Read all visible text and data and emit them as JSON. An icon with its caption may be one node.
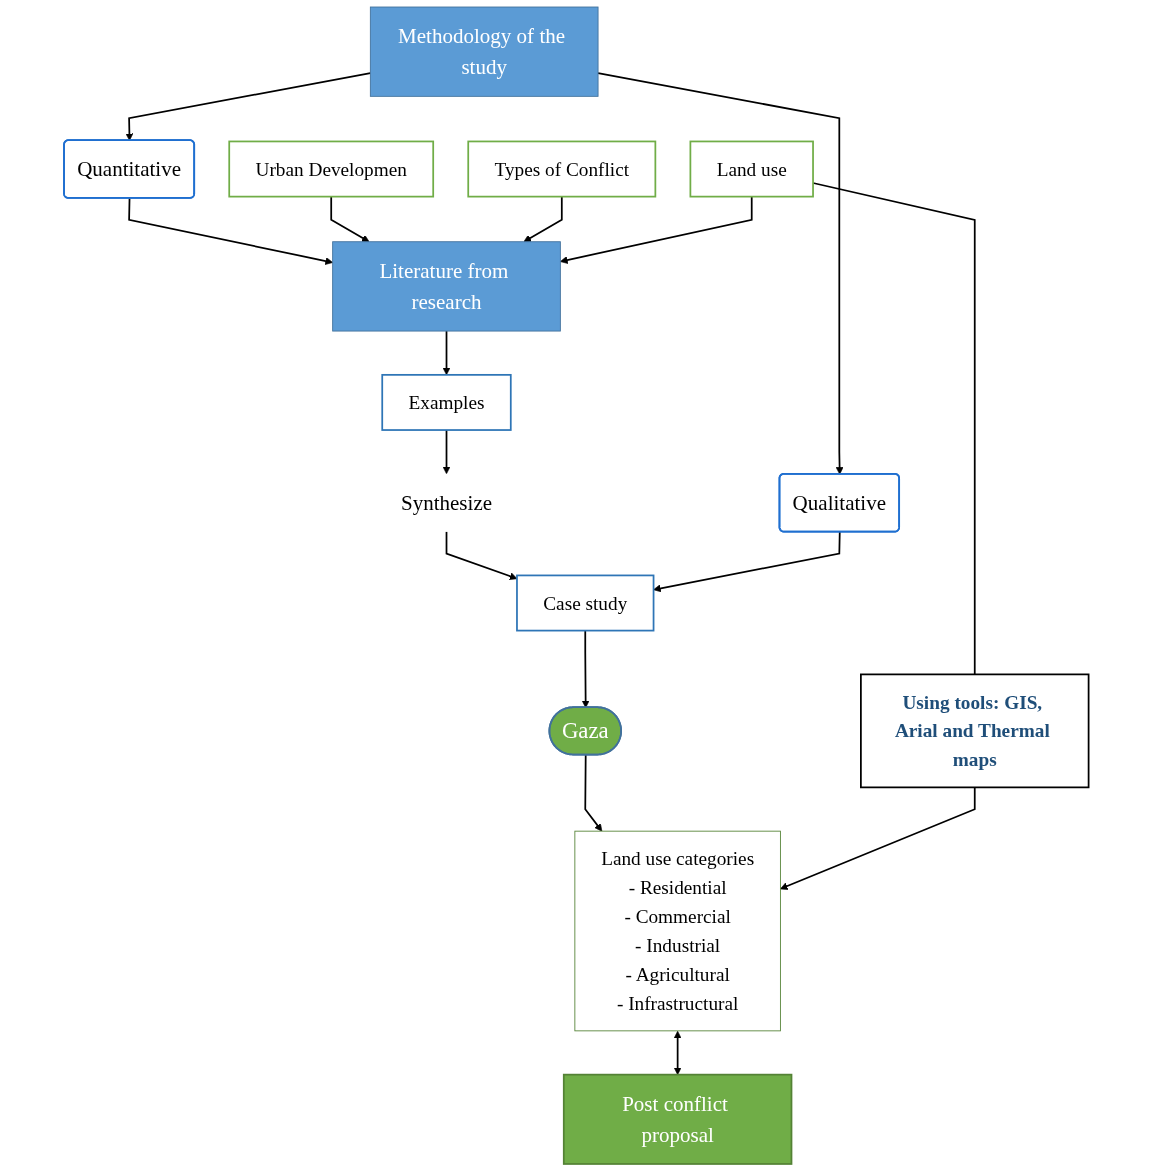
{
  "diagram": {
    "nodes": [
      {
        "text": [
          "Methodology of the study"
        ]
      },
      {
        "text": [
          "Qualitative"
        ]
      },
      {
        "text": [
          "Quantitative"
        ]
      },
      {
        "text": [
          "Literature from research"
        ]
      },
      {
        "text": [
          "Examples"
        ]
      },
      {
        "text": [
          "Urban Developmen"
        ]
      },
      {
        "text": [
          "Types of Conflict"
        ]
      },
      {
        "text": [
          "Land use"
        ]
      },
      {
        "text": [
          "Synthesize"
        ]
      },
      {
        "text": [
          "Case study"
        ]
      },
      {
        "text": [
          "Gaza"
        ]
      },
      {
        "text": [
          "Land use categories",
          "- Residential",
          "- Commercial",
          "- Industrial",
          "- Agricultural",
          "- Infrastructural"
        ]
      },
      {
        "text": [
          "Using tools: GIS, Arial and Thermal maps"
        ]
      },
      {
        "text": [
          "Post conflict proposal"
        ]
      }
    ],
    "edges": [
      {
        "from": 0,
        "to": 1,
        "arrow": "to"
      },
      {
        "from": 0,
        "to": 2,
        "arrow": "to"
      },
      {
        "from": 2,
        "to": 3,
        "arrow": "to"
      },
      {
        "from": 3,
        "to": 4,
        "arrow": "to"
      },
      {
        "from": 5,
        "to": 3,
        "arrow": "to"
      },
      {
        "from": 6,
        "to": 3,
        "arrow": "to"
      },
      {
        "from": 7,
        "to": 3,
        "arrow": "to"
      },
      {
        "from": 4,
        "to": 8,
        "arrow": "to"
      },
      {
        "from": 8,
        "to": 9,
        "arrow": "to"
      },
      {
        "from": 1,
        "to": 9,
        "arrow": "to"
      },
      {
        "from": 9,
        "to": 10,
        "arrow": "to"
      },
      {
        "from": 10,
        "to": 11,
        "arrow": "to"
      },
      {
        "from": 7,
        "to": 12,
        "arrow": "none"
      },
      {
        "from": 12,
        "to": 11,
        "arrow": "to"
      },
      {
        "from": 11,
        "to": 13,
        "arrow": "both"
      }
    ]
  }
}
